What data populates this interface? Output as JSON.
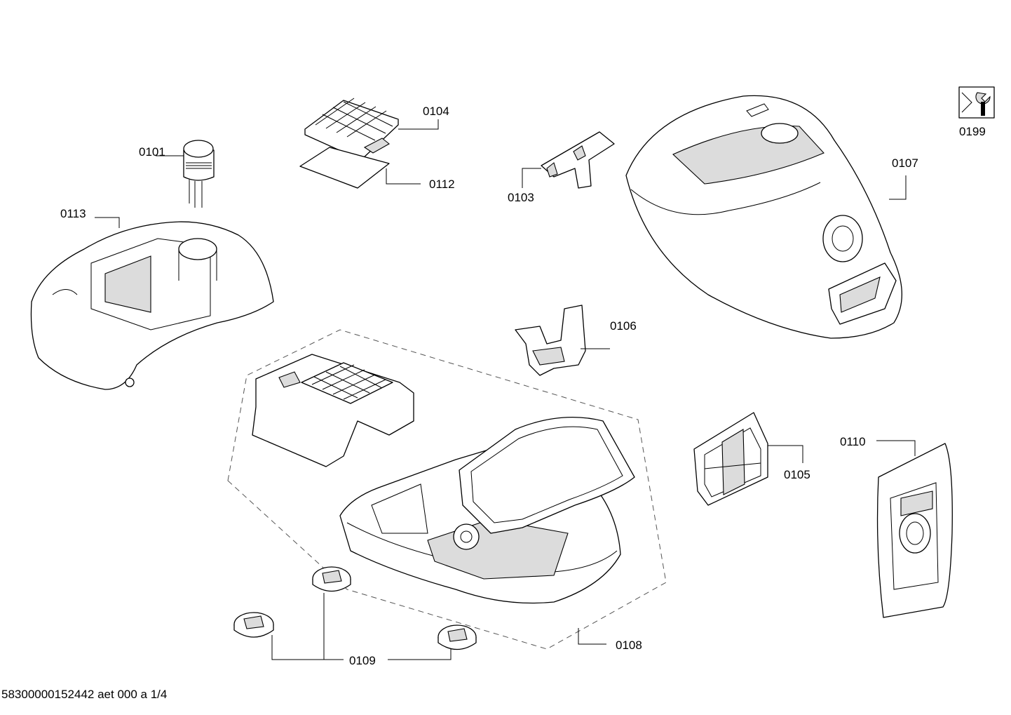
{
  "labels": {
    "p0101": "0101",
    "p0103": "0103",
    "p0104": "0104",
    "p0105": "0105",
    "p0106": "0106",
    "p0107": "0107",
    "p0108": "0108",
    "p0109": "0109",
    "p0110": "0110",
    "p0112": "0112",
    "p0113": "0113",
    "p0199": "0199"
  },
  "footer": "58300000152442 aet 000 a 1/4",
  "icons": {
    "service_tool": "wrench-nut-icon"
  }
}
